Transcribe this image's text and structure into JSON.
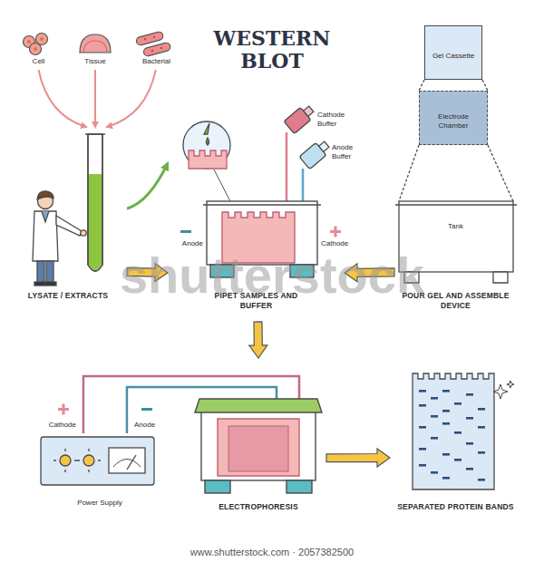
{
  "diagram": {
    "title": "WESTERN BLOT",
    "nodes": [
      {
        "text": [
          "Cell"
        ]
      },
      {
        "text": [
          "Tissue"
        ]
      },
      {
        "text": [
          "Bacterial"
        ]
      },
      {
        "text": [
          "Gel Cassette"
        ]
      },
      {
        "text": [
          "Electrode Chamber"
        ]
      },
      {
        "text": [
          "LYSATE / EXTRACTS"
        ]
      },
      {
        "text": [
          "PIPET SAMPLES AND BUFFER"
        ]
      },
      {
        "text": [
          "Tank",
          "POUR GEL AND ASSEMBLE DEVICE"
        ]
      },
      {
        "text": [
          "Power Supply"
        ]
      },
      {
        "text": [
          "ELECTROPHORESIS"
        ]
      },
      {
        "text": [
          "SEPARATED PROTEIN BANDS"
        ]
      }
    ],
    "edges": [
      {
        "from": 0,
        "to": 5,
        "arrow": "to"
      },
      {
        "from": 1,
        "to": 5,
        "arrow": "to"
      },
      {
        "from": 2,
        "to": 5,
        "arrow": "to"
      },
      {
        "from": 5,
        "to": 6,
        "arrow": "to"
      },
      {
        "from": 5,
        "to": 6,
        "arrow": "to"
      },
      {
        "from": 7,
        "to": 6,
        "arrow": "to"
      },
      {
        "from": 6,
        "to": 9,
        "arrow": "to"
      },
      {
        "from": 8,
        "to": 9,
        "arrow": "none"
      },
      {
        "from": 8,
        "to": 9,
        "arrow": "none"
      },
      {
        "from": 9,
        "to": 10,
        "arrow": "to"
      }
    ],
    "labels": [
      "Cathode Buffer",
      "Anode Buffer",
      "Anode",
      "Cathode",
      "Cathode",
      "Anode",
      "shutterstock",
      "www.shutterstock.com · 2057382500"
    ]
  }
}
